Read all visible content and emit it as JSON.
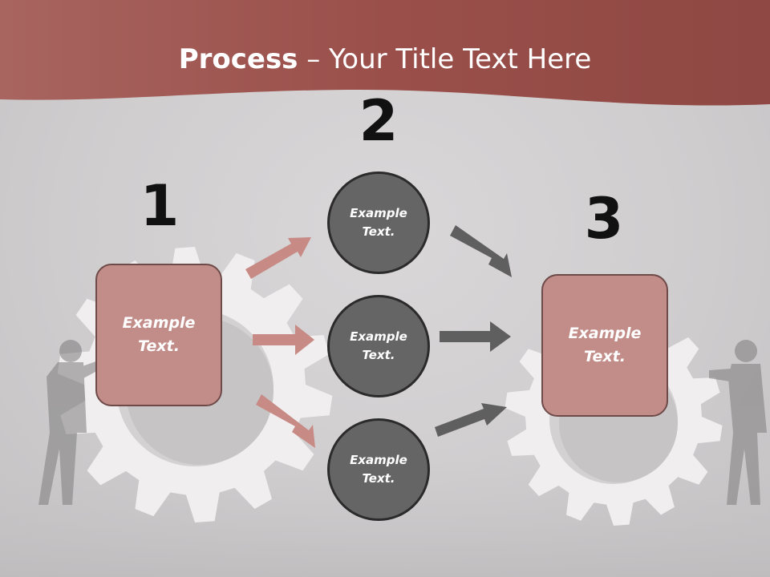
{
  "title": {
    "bold": "Process",
    "rest": " – Your Title Text Here"
  },
  "steps": [
    {
      "number": "1",
      "text": "Example Text."
    },
    {
      "number": "2",
      "text": "Example Text."
    },
    {
      "number": "3",
      "text": "Example Text."
    }
  ],
  "circles": [
    {
      "text": "Example Text."
    },
    {
      "text": "Example Text."
    },
    {
      "text": "Example Text."
    }
  ],
  "colors": {
    "banner": "#9a4f4a",
    "box_fill": "#c28d89",
    "box_border": "#6e4a48",
    "circle_fill": "#656565",
    "circle_border": "#2b2b2b",
    "arrow_left": "#c78a85",
    "arrow_right": "#5f5f5f",
    "gear": "#f0eeef"
  }
}
